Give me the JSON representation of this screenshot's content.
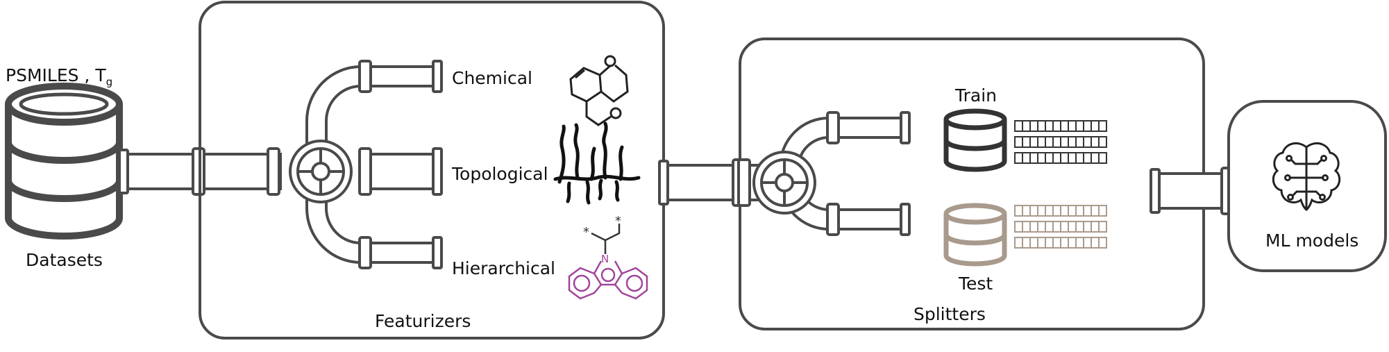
{
  "datasets": {
    "top_label_prefix": "PSMILES , T",
    "top_label_sub": "g",
    "bottom_label": "Datasets"
  },
  "featurizers": {
    "title": "Featurizers",
    "options": [
      {
        "label": "Chemical"
      },
      {
        "label": "Topological"
      },
      {
        "label": "Hierarchical",
        "atom_label": "N"
      }
    ],
    "colors": {
      "hierarchical_molecule": "#a0449b"
    }
  },
  "splitters": {
    "title": "Splitters",
    "train_label": "Train",
    "test_label": "Test",
    "colors": {
      "train": "#333333",
      "test": "#a89a8c"
    }
  },
  "models": {
    "label": "ML models"
  },
  "colors": {
    "stroke": "#4a4a4a",
    "dark": "#222222"
  }
}
